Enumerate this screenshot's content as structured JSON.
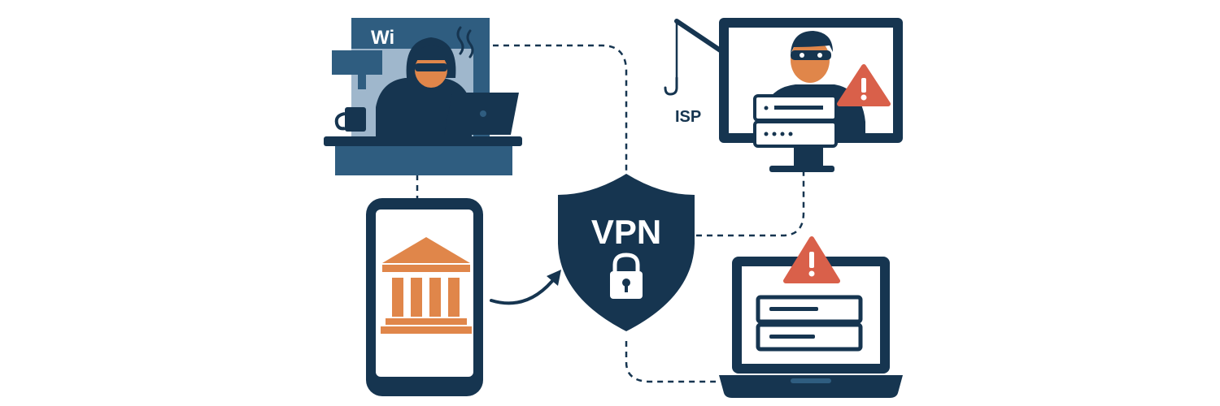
{
  "colors": {
    "navy": "#163550",
    "orange": "#e0864a",
    "warning_red": "#d9604a",
    "steel_blue": "#2f5d80",
    "light_blue": "#9fb7cc",
    "white": "#ffffff"
  },
  "vpn_shield": {
    "label": "VPN",
    "icon": "padlock-icon"
  },
  "isp_monitor": {
    "label": "ISP",
    "icon": "fishing-hook-icon"
  },
  "cafe_scene": {
    "sign_text": "Wi"
  },
  "phone": {
    "icon": "bank-icon"
  },
  "laptop": {
    "icon": "warning-icon"
  }
}
